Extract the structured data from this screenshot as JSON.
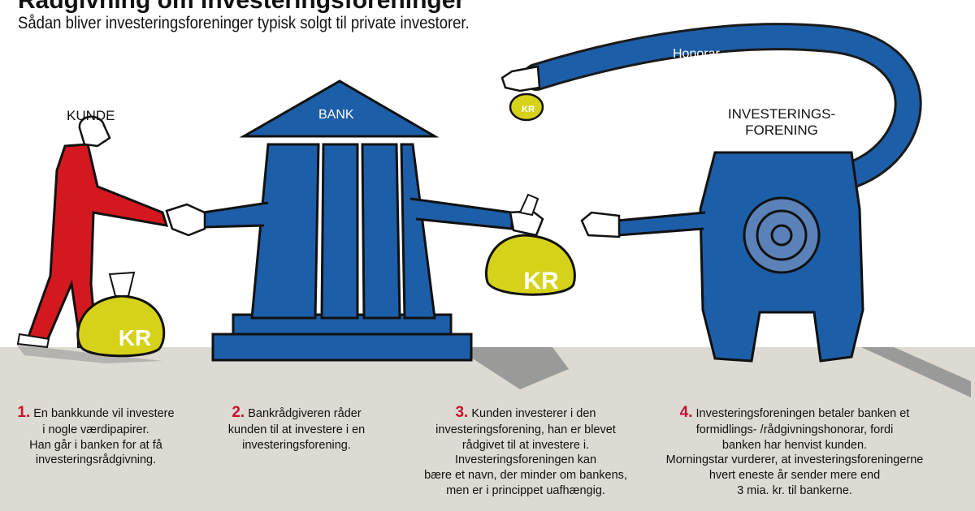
{
  "header": {
    "title": "Rådgivning om investeringsforeninger",
    "subtitle": "Sådan bliver investeringsforeninger typisk solgt til private investorer."
  },
  "labels": {
    "customer": "KUNDE",
    "bank": "BANK",
    "fund_line1": "INVESTERINGS-",
    "fund_line2": "FORENING",
    "fee": "Honorar",
    "money_bag": "KR"
  },
  "steps": [
    {
      "number": "1.",
      "lines": [
        "En bankkunde vil investere",
        "i nogle værdipapirer.",
        "Han går i banken for at få",
        "investeringsrådgivning."
      ]
    },
    {
      "number": "2.",
      "lines": [
        "Bankrådgiveren råder",
        "kunden til at investere i en",
        "investeringsforening."
      ]
    },
    {
      "number": "3.",
      "lines": [
        "Kunden investerer i den",
        "investeringsforening, han er blevet",
        "rådgivet til at investere i.",
        "Investeringsforeningen kan",
        "bære et navn, der minder om bankens,",
        "men er i princippet uafhængig."
      ]
    },
    {
      "number": "4.",
      "lines": [
        "Investeringsforeningen betaler banken et",
        "formidlings- /rådgivningshonorar, fordi",
        "banken har henvist kunden.",
        "Morningstar vurderer, at investeringsforeningerne",
        "hvert eneste år sender mere end",
        "3 mia. kr. til bankerne."
      ]
    }
  ],
  "colors": {
    "bank_blue": "#1d5ea8",
    "customer_red": "#d3191f",
    "gold": "#d6d21a",
    "ground": "#dcdad2",
    "accent_red": "#c8102e"
  }
}
